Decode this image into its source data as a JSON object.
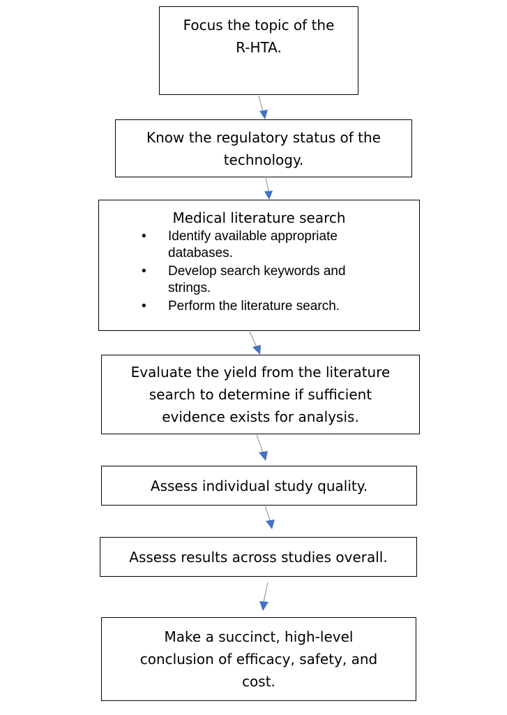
{
  "steps": {
    "focus": {
      "lines": [
        "Focus the topic of the",
        "R-HTA."
      ]
    },
    "regulatory": {
      "lines": [
        "Know the regulatory status of the",
        "technology."
      ]
    },
    "literature": {
      "title": "Medical literature search",
      "bullet_char": "•",
      "bullets": [
        {
          "lines": [
            "Identify available appropriate",
            "databases."
          ]
        },
        {
          "lines": [
            "Develop search keywords and",
            "strings."
          ]
        },
        {
          "lines": [
            "Perform the literature search."
          ]
        }
      ]
    },
    "evaluate": {
      "lines": [
        "Evaluate the yield from the literature",
        "search to determine if sufficient",
        "evidence exists for analysis."
      ]
    },
    "assess_individual": {
      "lines": [
        "Assess individual study quality."
      ]
    },
    "assess_overall": {
      "lines": [
        "Assess results across studies overall."
      ]
    },
    "conclusion": {
      "lines": [
        "Make a succinct, high-level",
        "conclusion of efficacy, safety, and",
        "cost."
      ]
    }
  },
  "colors": {
    "border": "#000000",
    "connector": "#8a8a8a",
    "arrowhead": "#4472c4"
  }
}
